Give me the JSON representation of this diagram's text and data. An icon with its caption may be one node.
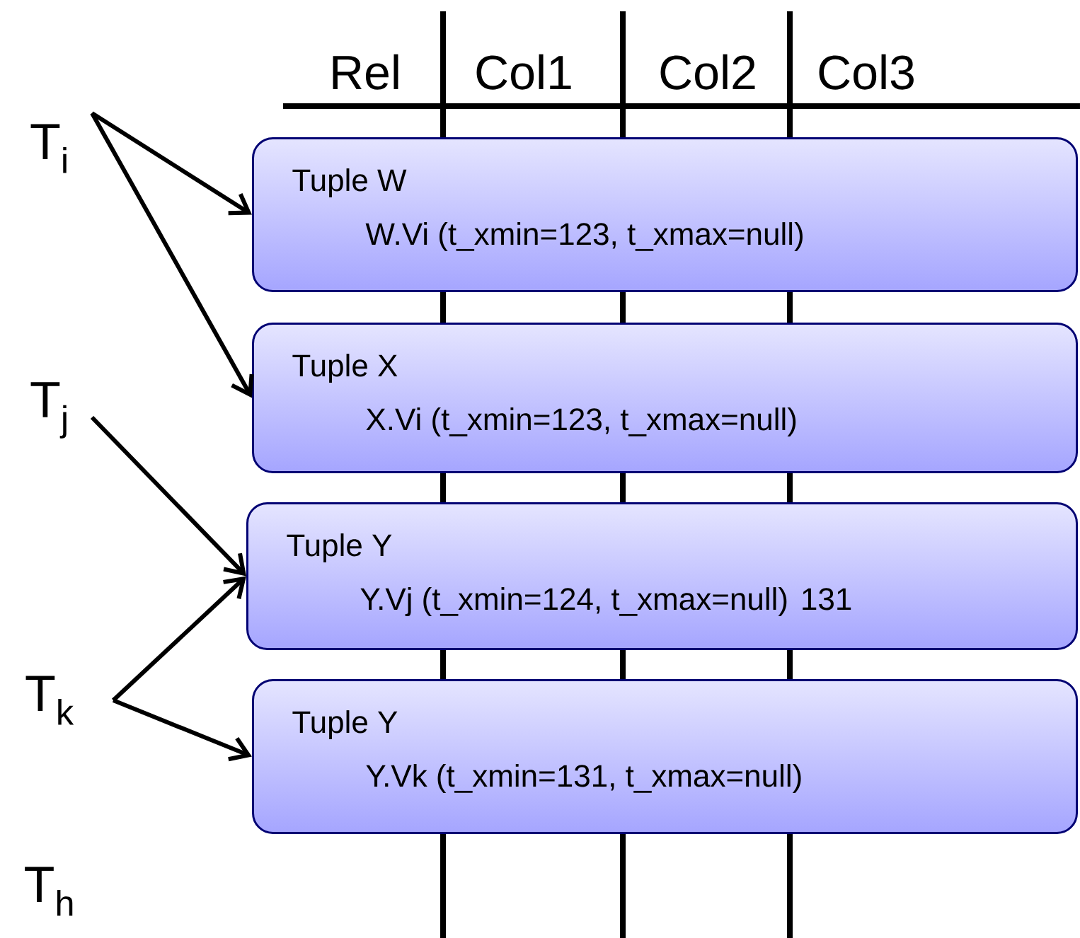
{
  "diagram": {
    "nodes": [
      {
        "text": [
          "T$_{i}$"
        ]
      },
      {
        "text": [
          "T$_{j}$"
        ]
      },
      {
        "text": [
          "T$_{k}$"
        ]
      },
      {
        "text": [
          "T$_{h}$"
        ]
      },
      {
        "text": [
          "Tuple W",
          "W.Vi (t_xmin=123, t_xmax=null)"
        ]
      },
      {
        "text": [
          "Tuple X",
          "X.Vi (t_xmin=123, t_xmax=null)"
        ]
      },
      {
        "text": [
          "Tuple Y",
          "Y.Vj (t_xmin=124, t_xmax=null)",
          "131"
        ]
      },
      {
        "text": [
          "Tuple Y",
          "Y.Vk (t_xmin=131, t_xmax=null)"
        ]
      }
    ],
    "edges": [
      {
        "from": 0,
        "to": 4,
        "arrow": "to"
      },
      {
        "from": 0,
        "to": 5,
        "arrow": "to"
      },
      {
        "from": 1,
        "to": 6,
        "arrow": "to"
      },
      {
        "from": 2,
        "to": 6,
        "arrow": "to"
      },
      {
        "from": 2,
        "to": 7,
        "arrow": "to"
      }
    ],
    "labels": [
      "Rel",
      "Col1",
      "Col2",
      "Col3"
    ]
  }
}
